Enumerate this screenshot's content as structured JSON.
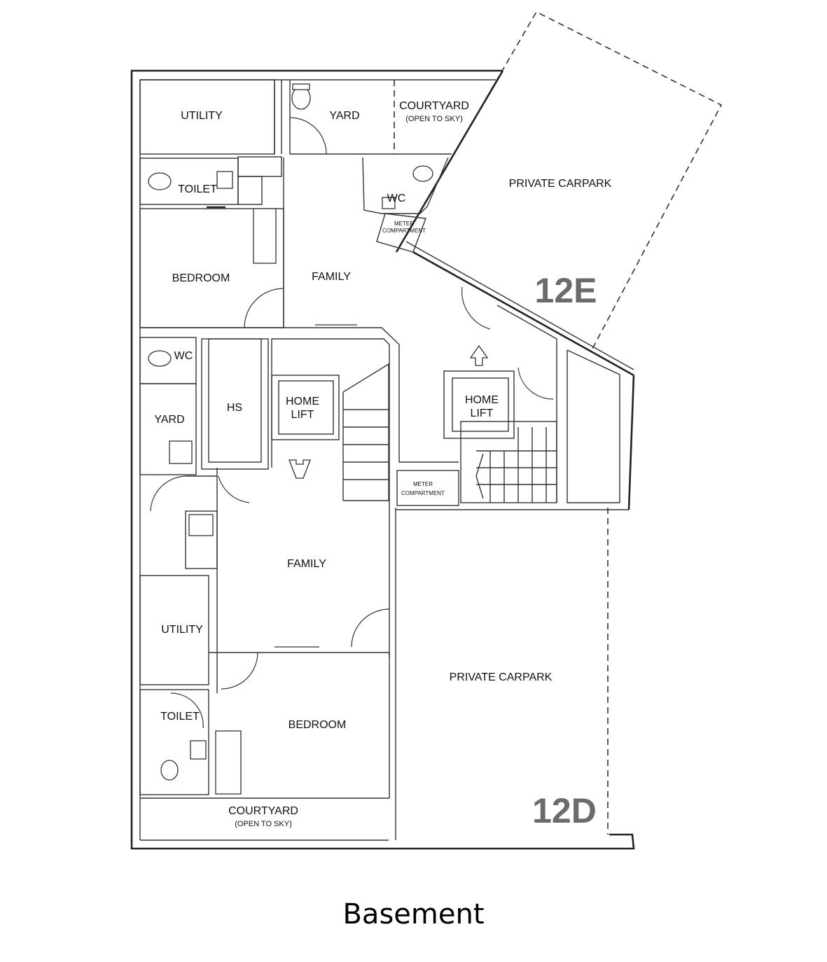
{
  "caption": "Basement",
  "units": {
    "upper": "12E",
    "lower": "12D"
  },
  "upper_unit": {
    "utility": "UTILITY",
    "yard": "YARD",
    "courtyard": "COURTYARD",
    "courtyard_note": "(OPEN TO SKY)",
    "private_carpark": "PRIVATE CARPARK",
    "toilet": "TOILET",
    "wc": "WC",
    "meter_line1": "METER",
    "meter_line2": "COMPARTMENT",
    "bedroom": "BEDROOM",
    "family": "FAMILY",
    "home_lift_line1": "HOME",
    "home_lift_line2": "LIFT"
  },
  "lower_unit": {
    "wc": "WC",
    "hs": "HS",
    "yard": "YARD",
    "home_lift_line1": "HOME",
    "home_lift_line2": "LIFT",
    "meter_line1": "METER",
    "meter_line2": "COMPARTMENT",
    "family": "FAMILY",
    "utility": "UTILITY",
    "private_carpark": "PRIVATE CARPARK",
    "toilet": "TOILET",
    "bedroom": "BEDROOM",
    "courtyard": "COURTYARD",
    "courtyard_note": "(OPEN TO SKY)"
  }
}
